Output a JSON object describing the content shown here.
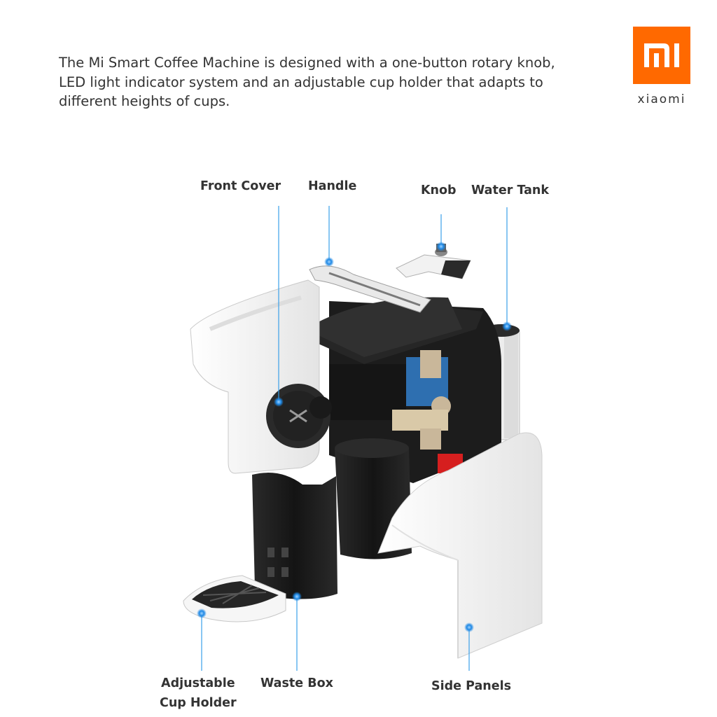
{
  "intro": {
    "lines": [
      "The Mi Smart Coffee Machine is designed with a one-button rotary knob,",
      "LED light indicator system and an adjustable cup holder that adapts to",
      "different heights of cups."
    ]
  },
  "brand": {
    "logo_mark": "MI",
    "wordmark": "xiaomi",
    "color": "#ff6900"
  },
  "callouts": {
    "front_cover": "Front Cover",
    "handle": "Handle",
    "knob": "Knob",
    "water_tank": "Water Tank",
    "adjustable_cup_holder_line1": "Adjustable",
    "adjustable_cup_holder_line2": "Cup Holder",
    "waste_box": "Waste Box",
    "side_panels": "Side Panels"
  },
  "colors": {
    "callout_line": "#3aa0e8",
    "callout_dot": "#1e88e5",
    "body_black": "#1b1b1b",
    "panel_white": "#f4f4f4",
    "indicator_red": "#d61f1f"
  }
}
